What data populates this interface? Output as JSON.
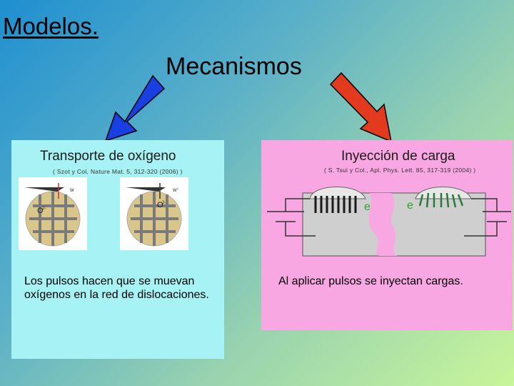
{
  "title": "Modelos.",
  "subtitle": "Mecanismos",
  "colors": {
    "left_arrow": "#1a3fe0",
    "right_arrow": "#e23a1f",
    "left_panel": "#a6f2f4",
    "right_panel": "#f8a7e2",
    "electron_label": "#2aa52a"
  },
  "left": {
    "heading": "Transporte de oxígeno",
    "citation": "( Szot y Col, Nature Mat. 5, 312-320 (2006) )",
    "figure": {
      "panel1_label": "O",
      "panel1_tag": "W",
      "panel2_label": "O",
      "panel2_tag": "W\"",
      "charge_sign": "2-"
    },
    "description": "Los pulsos hacen que se muevan oxígenos en la red de dislocaciones."
  },
  "right": {
    "heading": "Inyección de carga",
    "citation": "( S. Tsui y Col., Apl. Phys. Lett. 85, 317-319 (2004) )",
    "figure": {
      "electron_label_left": "e",
      "electron_label_right": "e"
    },
    "description": "Al aplicar pulsos se inyectan cargas."
  }
}
